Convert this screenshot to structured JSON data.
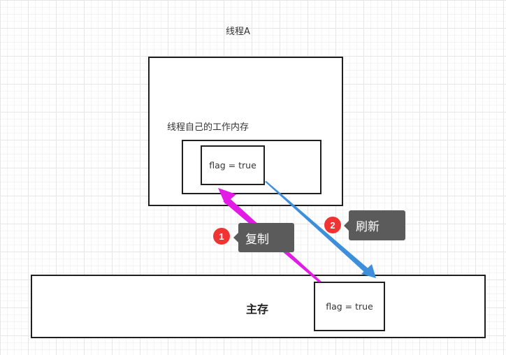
{
  "thread": {
    "title": "线程A",
    "working_memory_label": "线程自己的工作内存",
    "var_text": "flag = true"
  },
  "main_memory": {
    "label": "主存",
    "var_text": "flag = true"
  },
  "steps": [
    {
      "number": "1",
      "label": "复制",
      "color": "#e21ce6"
    },
    {
      "number": "2",
      "label": "刷新",
      "color": "#3d8fdc"
    }
  ]
}
